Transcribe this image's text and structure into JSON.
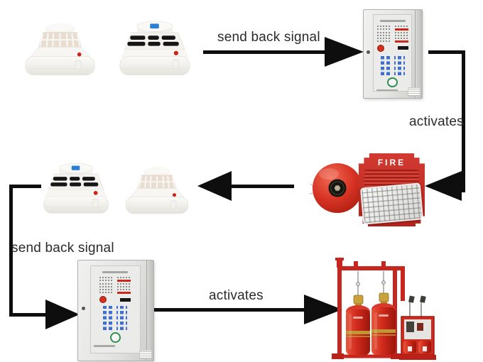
{
  "labels": {
    "send_back_signal_top": "send back signal",
    "activates_right": "activates",
    "send_back_signal_left": "send back signal",
    "activates_bottom": "activates"
  },
  "strobe": {
    "text": "FIRE"
  },
  "icons": {
    "heat_detector": "heat-detector",
    "smoke_detector": "smoke-detector",
    "control_panel": "fire-extinguishing-control-panel",
    "alarm_bell": "fire-alarm-bell",
    "fire_strobe": "fire-strobe-sounder",
    "gas_cylinders": "gas-suppression-cylinder-unit"
  },
  "colors": {
    "arrow": "#0e0e0e",
    "strobe_red": "#c9302a",
    "bell_red": "#d53527",
    "cylinder_red": "#cf2a1e",
    "button_blue": "#3f6fd0",
    "text": "#2b2b2b"
  }
}
